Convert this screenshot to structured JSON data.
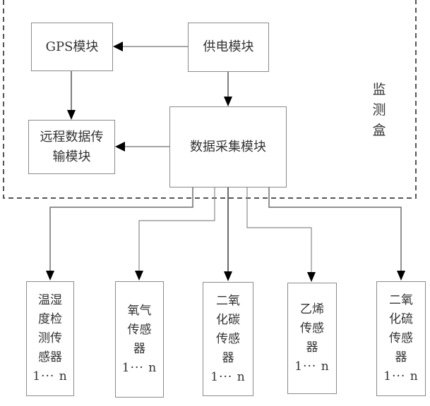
{
  "diagram": {
    "title": "",
    "frame": {
      "label": "监测盒",
      "style": "dashed"
    },
    "nodes": [
      {
        "id": "gps",
        "label": "GPS模块"
      },
      {
        "id": "power",
        "label": "供电模块"
      },
      {
        "id": "remote",
        "label": "远程数据传\n输模块"
      },
      {
        "id": "daq",
        "label": "数据采集模块"
      }
    ],
    "sensors": [
      {
        "id": "temp-humidity",
        "label": "温湿度检测传感器",
        "range": "1··· n"
      },
      {
        "id": "oxygen",
        "label": "氧气传感器",
        "range": "1··· n"
      },
      {
        "id": "co2",
        "label": "二氧化碳传感器",
        "range": "1··· n"
      },
      {
        "id": "ethylene",
        "label": "乙烯传感器",
        "range": "1··· n"
      },
      {
        "id": "so2",
        "label": "二氧化硫传感器",
        "range": "1··· n"
      }
    ],
    "edges": [
      {
        "from": "power",
        "to": "gps"
      },
      {
        "from": "power",
        "to": "daq"
      },
      {
        "from": "gps",
        "to": "remote"
      },
      {
        "from": "daq",
        "to": "remote"
      },
      {
        "from": "daq",
        "to": "temp-humidity"
      },
      {
        "from": "daq",
        "to": "oxygen"
      },
      {
        "from": "daq",
        "to": "co2"
      },
      {
        "from": "daq",
        "to": "ethylene"
      },
      {
        "from": "daq",
        "to": "so2"
      }
    ],
    "colors": {
      "line": "#6e6e6e",
      "box_border": "#8a8a8a",
      "arrow": "#000000",
      "text": "#333333"
    }
  }
}
